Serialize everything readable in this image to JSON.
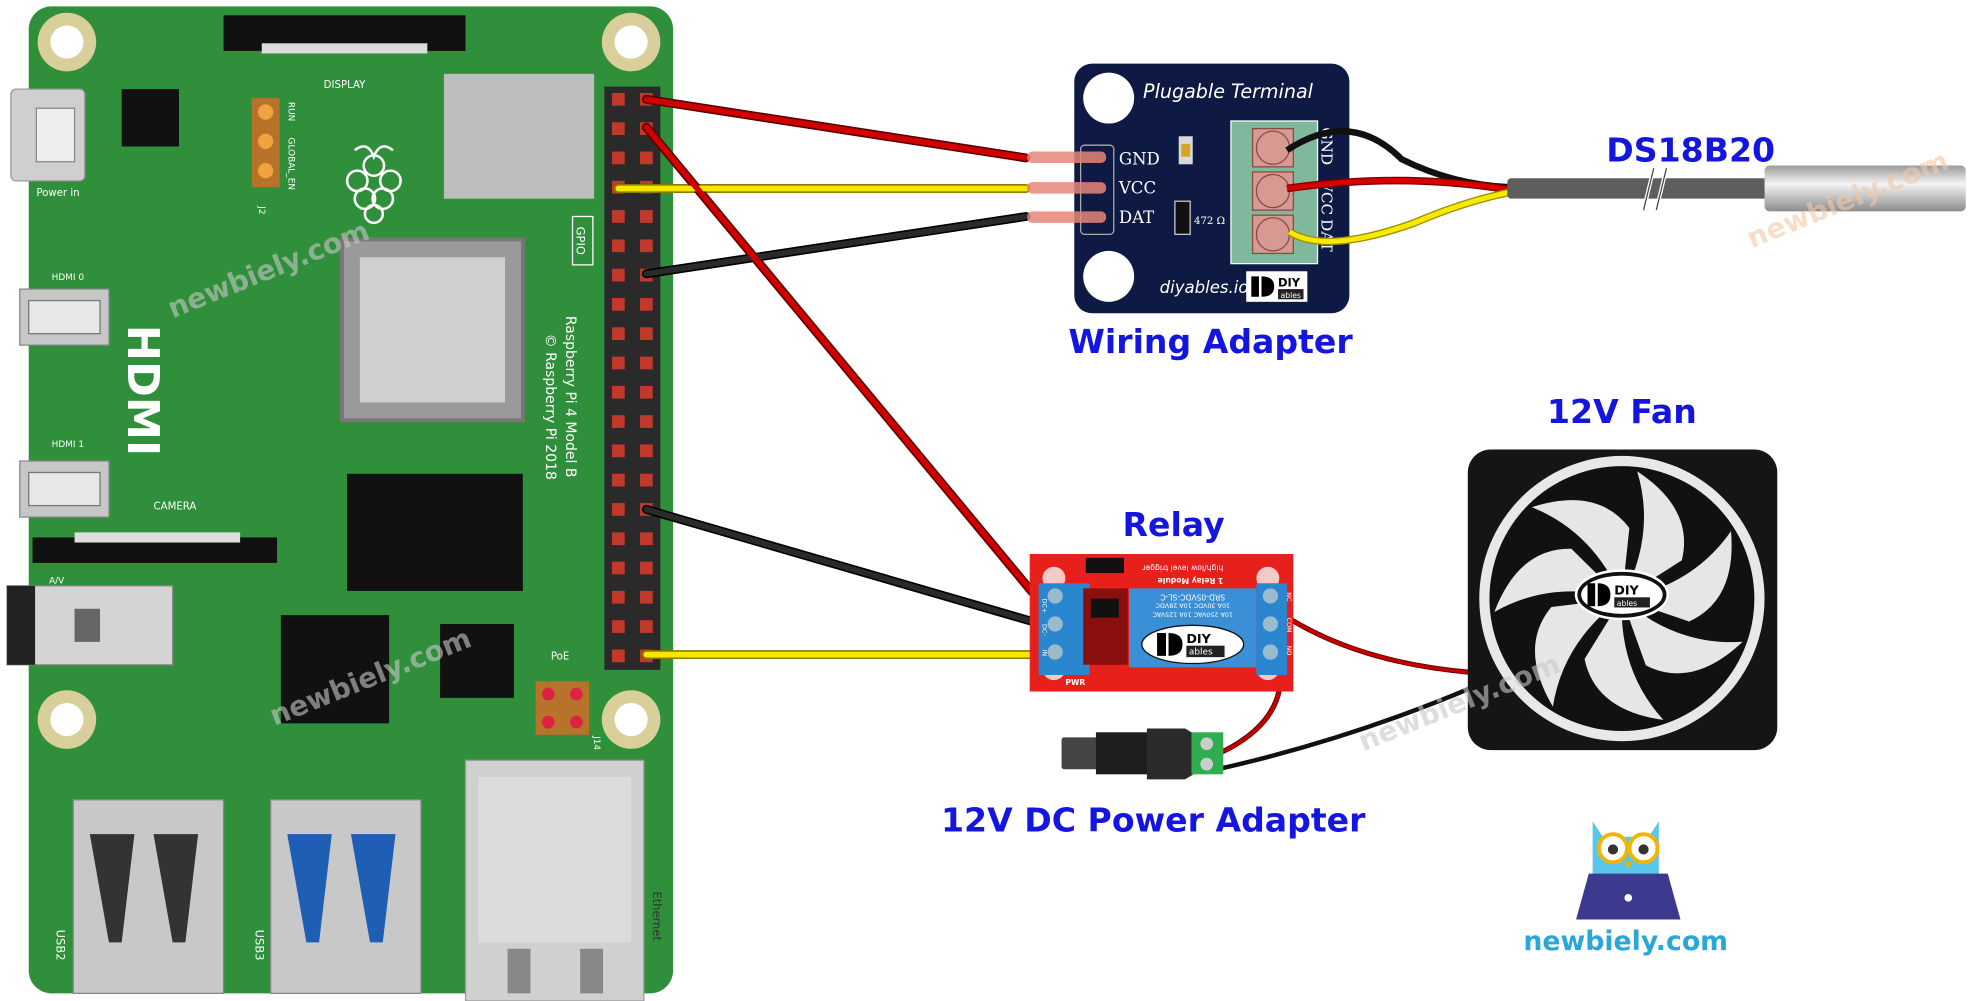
{
  "colors": {
    "label_blue": "#1515e0",
    "board_green": "#2f8f3a",
    "wire_red": "#d00000",
    "wire_yellow": "#f7e600",
    "wire_black": "#1a1a1a",
    "adapter_navy": "#0e1a44",
    "relay_red": "#e8201c",
    "brand_cyan": "#2aa7d8"
  },
  "raspberry_pi": {
    "display": "DISPLAY",
    "power_in": "Power in",
    "hdmi0": "HDMI 0",
    "hdmi1": "HDMI 1",
    "hdmi": "HDMI",
    "camera": "CAMERA",
    "av": "A/V",
    "run": "RUN",
    "global_en": "GLOBAL_EN",
    "j2": "J2",
    "gpio": "GPIO",
    "model": "Raspberry Pi 4 Model B",
    "copyright": "© Raspberry Pi 2018",
    "poe": "PoE",
    "j14": "J14",
    "usb2": "USB2",
    "usb3": "USB3",
    "ethernet": "Ethernet"
  },
  "wiring_adapter": {
    "title": "Plugable Terminal",
    "pins": [
      "GND",
      "VCC",
      "DAT"
    ],
    "resistor": "472 Ω",
    "brand": "diyables.io",
    "logo_top": "DIY",
    "logo_bottom": "ables",
    "label": "Wiring Adapter"
  },
  "sensor": {
    "label": "DS18B20"
  },
  "relay": {
    "label": "Relay",
    "title": "1 Relay Module",
    "subtitle": "high/low level trigger",
    "model": "SRD-05VDC-SL-C",
    "rating1": "10A 250VAC 10A 125VAC",
    "rating2": "10A 30VDC 10A 28VDC",
    "input_pins": [
      "DC+",
      "DC-",
      "IN"
    ],
    "output_pins": [
      "NC",
      "COM",
      "NO"
    ],
    "pwr": "PWR",
    "logo_top": "DIY",
    "logo_bottom": "ables"
  },
  "fan": {
    "label": "12V Fan",
    "logo_top": "DIY",
    "logo_bottom": "ables"
  },
  "power_adapter": {
    "label": "12V DC Power Adapter"
  },
  "brand": {
    "site": "newbiely.com",
    "watermark": "newbiely.com"
  }
}
